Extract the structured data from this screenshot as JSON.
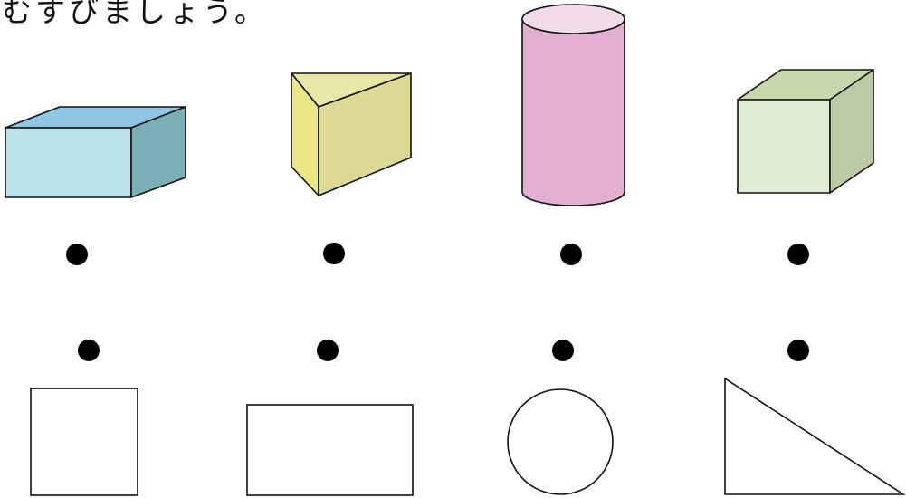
{
  "instruction": {
    "text": "むすびましょう。"
  },
  "solids": [
    {
      "name": "rectangular-prism",
      "colors": {
        "front": "#bce3e9",
        "top": "#8ec6e6",
        "side": "#7aafb6"
      }
    },
    {
      "name": "triangular-prism",
      "colors": {
        "top": "#e8e7a8",
        "left": "#ebe787",
        "front": "#dcda94"
      }
    },
    {
      "name": "cylinder",
      "colors": {
        "body": "#e2afd0",
        "top": "#f2dcea"
      }
    },
    {
      "name": "cube",
      "colors": {
        "front": "#dfebd2",
        "top": "#c8d8ac",
        "side": "#bccba6"
      }
    }
  ],
  "faces": [
    {
      "name": "square"
    },
    {
      "name": "rectangle"
    },
    {
      "name": "circle"
    },
    {
      "name": "right-triangle"
    }
  ],
  "dot_color": "#000000",
  "stroke_color": "#111111"
}
